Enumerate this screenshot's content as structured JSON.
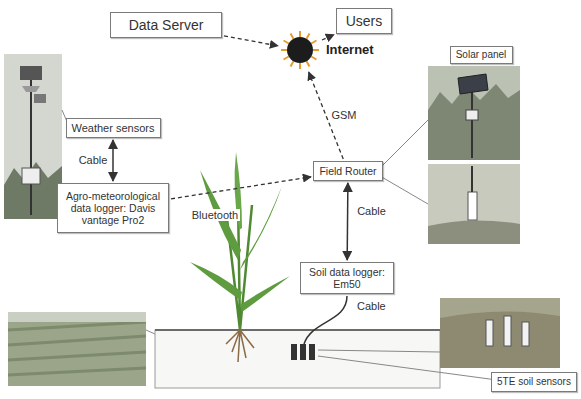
{
  "diagram": {
    "nodes": [
      {
        "text": [
          "Data Server"
        ]
      },
      {
        "text": [
          "Internet"
        ]
      },
      {
        "text": [
          "Users"
        ]
      },
      {
        "text": [
          "Solar panel"
        ]
      },
      {
        "text": [
          "Weather sensors"
        ]
      },
      {
        "text": [
          "Field Router"
        ]
      },
      {
        "text": [
          "Agro-meteorological data logger: Davis vantage Pro2"
        ]
      },
      {
        "text": [
          "Soil data logger: Em50"
        ]
      },
      {
        "text": [
          "5TE soil sensors"
        ]
      }
    ],
    "edges": [
      {
        "from": 0,
        "to": 1,
        "arrow": "to"
      },
      {
        "from": 1,
        "to": 2,
        "arrow": "to"
      },
      {
        "from": 5,
        "to": 1,
        "label": "GSM",
        "arrow": "to"
      },
      {
        "from": 4,
        "to": 6,
        "label": "Cable",
        "arrow": "both"
      },
      {
        "from": 6,
        "to": 5,
        "label": "Bluetooth",
        "arrow": "to"
      },
      {
        "from": 7,
        "to": 5,
        "label": "Cable",
        "arrow": "both"
      }
    ],
    "labels": [
      "Cable"
    ]
  }
}
